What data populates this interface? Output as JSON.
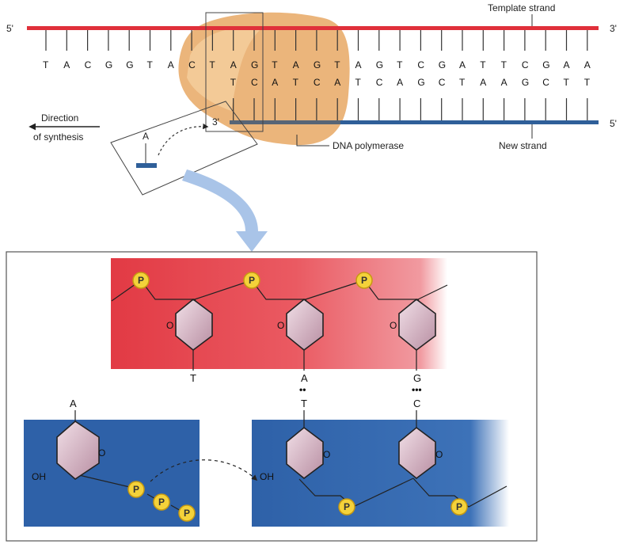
{
  "top": {
    "end_top_left": "5'",
    "end_top_right": "3'",
    "end_bottom_right": "5'",
    "end_primer": "3'",
    "template_label": "Template strand",
    "new_strand_label": "New strand",
    "polymerase_label": "DNA polymerase",
    "direction_label": "Direction\nof synthesis",
    "incoming_nucleotide": "A",
    "template_bases": [
      "T",
      "A",
      "C",
      "G",
      "G",
      "T",
      "A",
      "C",
      "T",
      "A",
      "G",
      "T",
      "A",
      "G",
      "T",
      "A",
      "G",
      "T",
      "C",
      "G",
      "A",
      "T",
      "T",
      "C",
      "G",
      "A",
      "A"
    ],
    "new_bases": [
      "T",
      "C",
      "A",
      "T",
      "C",
      "A",
      "T",
      "C",
      "A",
      "G",
      "C",
      "T",
      "A",
      "A",
      "G",
      "C",
      "T",
      "T"
    ]
  },
  "detail": {
    "template_bases": [
      "T",
      "A",
      "G"
    ],
    "new_bases": [
      "T",
      "C"
    ],
    "pair_marks": [
      "",
      "••",
      "•••"
    ],
    "incoming_base": "A",
    "oh_label": "OH",
    "phosphate_label": "P",
    "ring_o_label": "O"
  },
  "colors": {
    "template": "#e0303a",
    "new_strand": "#2f5f99",
    "polymerase": "#e3a45e",
    "phosphate": "#f4d23a",
    "sugar": "#d8b4c4",
    "arrow": "#a9c4e8"
  }
}
